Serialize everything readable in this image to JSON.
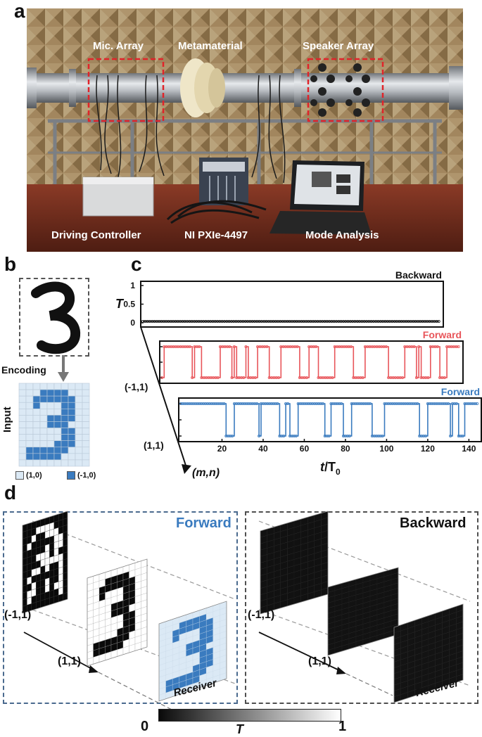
{
  "panels": {
    "a": "a",
    "b": "b",
    "c": "c",
    "d": "d"
  },
  "photo": {
    "labels": {
      "mic_array": "Mic. Array",
      "metamaterial": "Metamaterial",
      "speaker_array": "Speaker Array",
      "driving_controller": "Driving Controller",
      "ni_pxie": "NI PXIe-4497",
      "mode_analysis": "Mode Analysis"
    },
    "colors": {
      "wall": "#b89a6c",
      "table": "#6e2f1f",
      "tube": "#a9adb3",
      "highlight_box": "#e0242a"
    }
  },
  "panel_b": {
    "encoding_label": "Encoding",
    "input_label": "Input",
    "legend": [
      {
        "label": "(1,0)",
        "color": "#dbe9f5"
      },
      {
        "label": "(-1,0)",
        "color": "#3a7bbf"
      }
    ],
    "pattern": [
      "..........",
      "...XXXX...",
      "..XXXXXX..",
      "..X...XX..",
      "......XX..",
      "....XXXX..",
      "....XXX...",
      "......XX..",
      "......XX..",
      ".....XXX..",
      ".XXXXXX...",
      ".XXXXX....",
      ".........."
    ]
  },
  "chart_data": {
    "type": "line",
    "ylabel": "T",
    "xlabel": "t/T",
    "xlabel_sub": "0",
    "depth_axis_label": "(m,n)",
    "yticks": [
      "0",
      "0.5",
      "1"
    ],
    "xticks": [
      20,
      40,
      60,
      80,
      100,
      120,
      140
    ],
    "xlim": [
      0,
      145
    ],
    "ylim": [
      0,
      1
    ],
    "series": [
      {
        "name": "Backward",
        "row_label": "",
        "color": "#111111",
        "length": 128,
        "ones": []
      },
      {
        "name": "Forward",
        "row_label": "(-1,1)",
        "color": "#e8555a",
        "length": 128,
        "ones": [
          [
            1,
            12
          ],
          [
            14,
            16
          ],
          [
            25,
            29
          ],
          [
            31,
            31
          ],
          [
            36,
            36
          ],
          [
            41,
            45
          ],
          [
            51,
            58
          ],
          [
            63,
            66
          ],
          [
            74,
            81
          ],
          [
            87,
            96
          ],
          [
            104,
            108
          ],
          [
            110,
            110
          ],
          [
            115,
            118
          ],
          [
            122,
            127
          ]
        ]
      },
      {
        "name": "Forward",
        "row_label": "(1,1)",
        "color": "#3a7bbf",
        "length": 145,
        "ones": [
          [
            0,
            21
          ],
          [
            26,
            37
          ],
          [
            39,
            47
          ],
          [
            51,
            52
          ],
          [
            57,
            69
          ],
          [
            73,
            78
          ],
          [
            83,
            92
          ],
          [
            99,
            115
          ],
          [
            120,
            130
          ],
          [
            132,
            134
          ],
          [
            138,
            145
          ]
        ]
      }
    ]
  },
  "panel_d": {
    "forward_title": "Forward",
    "backward_title": "Backward",
    "axis_labels": [
      "(-1,1)",
      "(1,1)"
    ],
    "receiver_label": "Receiver",
    "colorbar": {
      "min": "0",
      "max": "1",
      "label": "T"
    },
    "colors": {
      "forward_frame": "#4a6a8e",
      "backward_frame": "#4f4f4f",
      "forward_title": "#3a7bbf",
      "receiver_bg": "#dbe9f5",
      "receiver_fg": "#3a7bbf"
    },
    "layer1_pattern": [
      "XXXXXXXXXX",
      "XXX....XXX",
      "XX.XX...XX",
      "X.XXXXX..X",
      "XXXXX.X..X",
      "XXX...X.XX",
      "XXXX.....X",
      "XX..X.XX.X",
      "X.XXXXXX.X",
      "XX.XX.XX.X",
      "X..XX.X..X",
      "X.XXXXXX.X",
      "XXXXXXXXXX"
    ]
  }
}
